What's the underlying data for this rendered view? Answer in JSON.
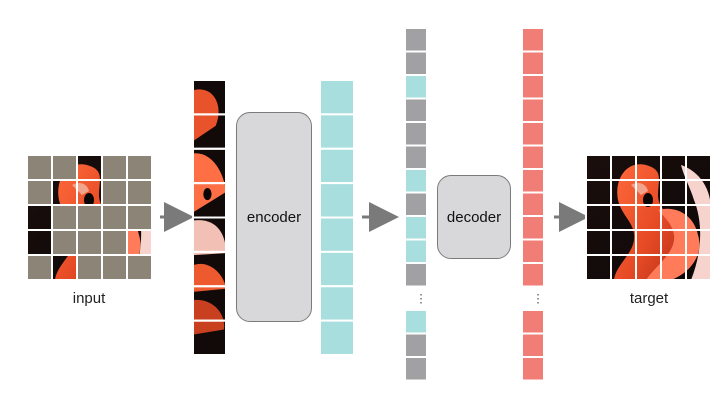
{
  "labels": {
    "input": "input",
    "target": "target"
  },
  "blocks": {
    "encoder": "encoder",
    "decoder": "decoder"
  },
  "colors": {
    "masked_patch": "#8d8478",
    "encoder_token": "#a8dede",
    "mask_token": "#a1a1a4",
    "decoder_output": "#f07d76",
    "arrow": "#7a7a7a",
    "block_fill": "#d8d8da",
    "block_border": "#7b7b7b"
  },
  "input_grid": {
    "rows": 5,
    "cols": 5,
    "visible_patches": [
      [
        0,
        2
      ],
      [
        1,
        1
      ],
      [
        1,
        2
      ],
      [
        2,
        0
      ],
      [
        3,
        0
      ],
      [
        3,
        4
      ],
      [
        4,
        1
      ]
    ]
  },
  "visible_patch_count": 8,
  "encoder_token_count": 8,
  "mask_column_tokens": [
    "mask",
    "mask",
    "enc",
    "mask",
    "mask",
    "mask",
    "enc",
    "mask",
    "enc",
    "enc",
    "mask",
    "gap",
    "enc",
    "mask",
    "mask"
  ],
  "decoder_column_tokens": [
    "out",
    "out",
    "out",
    "out",
    "out",
    "out",
    "out",
    "out",
    "out",
    "out",
    "out",
    "gap",
    "out",
    "out",
    "out"
  ]
}
